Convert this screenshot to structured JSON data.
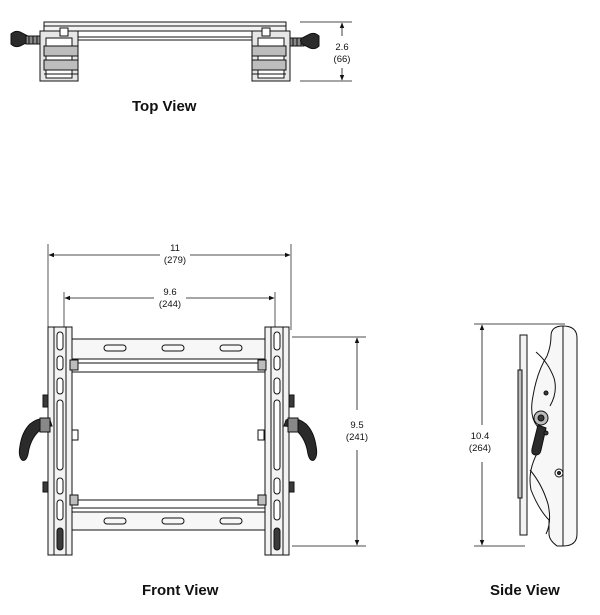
{
  "views": {
    "top": {
      "title": "Top View",
      "dimensions": {
        "depth": {
          "value": "2.6",
          "metric": "(66)"
        }
      }
    },
    "front": {
      "title": "Front View",
      "dimensions": {
        "width": {
          "value": "11",
          "metric": "(279)"
        },
        "inner_width": {
          "value": "9.6",
          "metric": "(244)"
        },
        "height": {
          "value": "9.5",
          "metric": "(241)"
        }
      }
    },
    "side": {
      "title": "Side View",
      "dimensions": {
        "height": {
          "value": "10.4",
          "metric": "(264)"
        }
      }
    }
  },
  "colors": {
    "line": "#111111",
    "fill_light": "#f2f2f2",
    "fill_mid": "#bdbdbd",
    "fill_dark": "#3a3a3a",
    "knob": "#2b2b2b"
  },
  "icons": {
    "handle": "cam-lever-handle-icon",
    "bolt": "bolt-icon"
  }
}
